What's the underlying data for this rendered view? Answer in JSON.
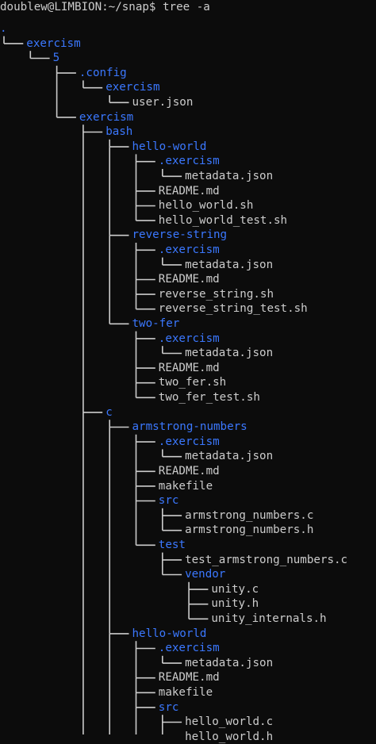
{
  "prompt": {
    "text": "doublew@LIMBION:~/snap$ tree -a"
  },
  "colors": {
    "background": "#0c0c0c",
    "directory": "#3b78ff",
    "file": "#cccccc"
  },
  "tree": [
    {
      "name": ".",
      "type": "dir",
      "depth": 0
    },
    {
      "name": "exercism",
      "type": "dir",
      "depth": 1
    },
    {
      "name": "5",
      "type": "dir",
      "depth": 2
    },
    {
      "name": ".config",
      "type": "dir",
      "depth": 3
    },
    {
      "name": "exercism",
      "type": "dir",
      "depth": 4
    },
    {
      "name": "user.json",
      "type": "file",
      "depth": 5
    },
    {
      "name": "exercism",
      "type": "dir",
      "depth": 3
    },
    {
      "name": "bash",
      "type": "dir",
      "depth": 4
    },
    {
      "name": "hello-world",
      "type": "dir",
      "depth": 5
    },
    {
      "name": ".exercism",
      "type": "dir",
      "depth": 6
    },
    {
      "name": "metadata.json",
      "type": "file",
      "depth": 7
    },
    {
      "name": "README.md",
      "type": "file",
      "depth": 6
    },
    {
      "name": "hello_world.sh",
      "type": "file",
      "depth": 6
    },
    {
      "name": "hello_world_test.sh",
      "type": "file",
      "depth": 6
    },
    {
      "name": "reverse-string",
      "type": "dir",
      "depth": 5
    },
    {
      "name": ".exercism",
      "type": "dir",
      "depth": 6
    },
    {
      "name": "metadata.json",
      "type": "file",
      "depth": 7
    },
    {
      "name": "README.md",
      "type": "file",
      "depth": 6
    },
    {
      "name": "reverse_string.sh",
      "type": "file",
      "depth": 6
    },
    {
      "name": "reverse_string_test.sh",
      "type": "file",
      "depth": 6
    },
    {
      "name": "two-fer",
      "type": "dir",
      "depth": 5
    },
    {
      "name": ".exercism",
      "type": "dir",
      "depth": 6
    },
    {
      "name": "metadata.json",
      "type": "file",
      "depth": 7
    },
    {
      "name": "README.md",
      "type": "file",
      "depth": 6
    },
    {
      "name": "two_fer.sh",
      "type": "file",
      "depth": 6
    },
    {
      "name": "two_fer_test.sh",
      "type": "file",
      "depth": 6
    },
    {
      "name": "c",
      "type": "dir",
      "depth": 4
    },
    {
      "name": "armstrong-numbers",
      "type": "dir",
      "depth": 5
    },
    {
      "name": ".exercism",
      "type": "dir",
      "depth": 6
    },
    {
      "name": "metadata.json",
      "type": "file",
      "depth": 7
    },
    {
      "name": "README.md",
      "type": "file",
      "depth": 6
    },
    {
      "name": "makefile",
      "type": "file",
      "depth": 6
    },
    {
      "name": "src",
      "type": "dir",
      "depth": 6
    },
    {
      "name": "armstrong_numbers.c",
      "type": "file",
      "depth": 7
    },
    {
      "name": "armstrong_numbers.h",
      "type": "file",
      "depth": 7
    },
    {
      "name": "test",
      "type": "dir",
      "depth": 6
    },
    {
      "name": "test_armstrong_numbers.c",
      "type": "file",
      "depth": 7
    },
    {
      "name": "vendor",
      "type": "dir",
      "depth": 7
    },
    {
      "name": "unity.c",
      "type": "file",
      "depth": 8
    },
    {
      "name": "unity.h",
      "type": "file",
      "depth": 8
    },
    {
      "name": "unity_internals.h",
      "type": "file",
      "depth": 8
    },
    {
      "name": "hello-world",
      "type": "dir",
      "depth": 5
    },
    {
      "name": ".exercism",
      "type": "dir",
      "depth": 6
    },
    {
      "name": "metadata.json",
      "type": "file",
      "depth": 7
    },
    {
      "name": "README.md",
      "type": "file",
      "depth": 6
    },
    {
      "name": "makefile",
      "type": "file",
      "depth": 6
    },
    {
      "name": "src",
      "type": "dir",
      "depth": 6
    },
    {
      "name": "hello_world.c",
      "type": "file",
      "depth": 7
    },
    {
      "name": "hello_world.h",
      "type": "file",
      "depth": 7
    }
  ]
}
